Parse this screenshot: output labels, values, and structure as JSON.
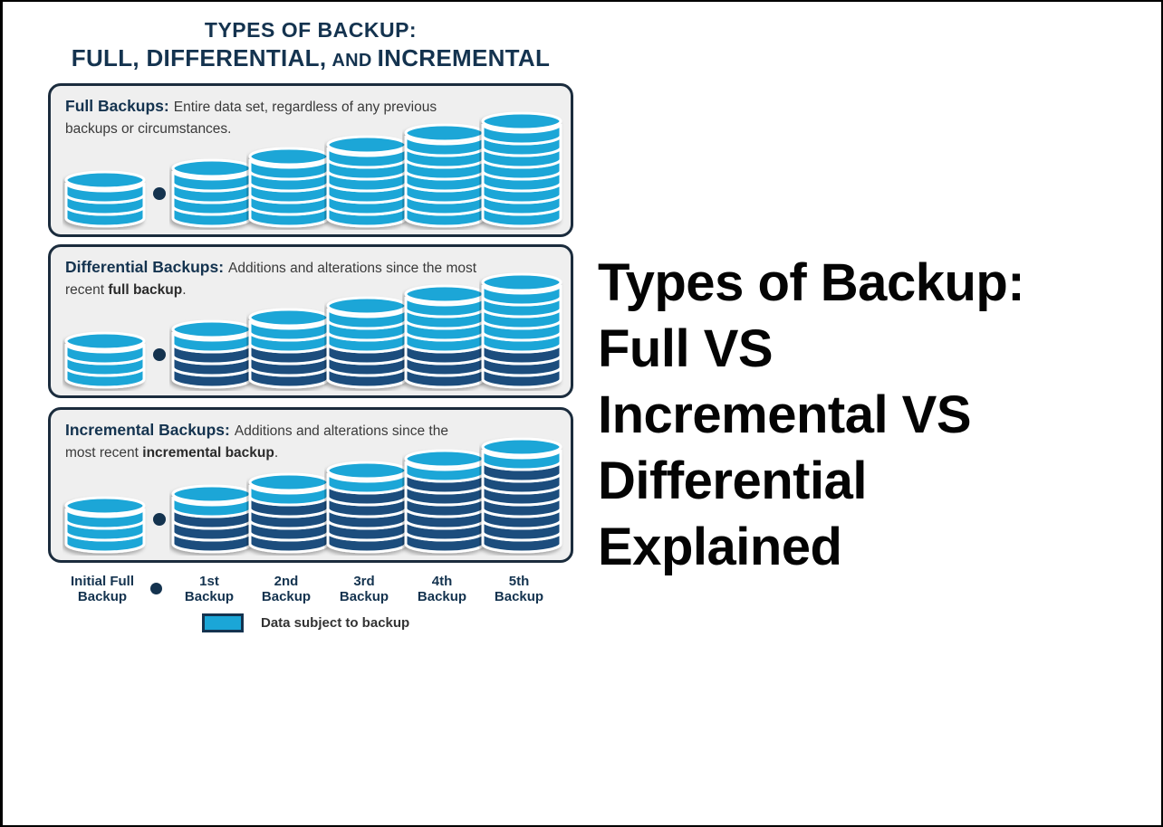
{
  "title": {
    "line1": "TYPES OF BACKUP:",
    "line2_prefix": "FULL, DIFFERENTIAL,",
    "line2_small": "AND",
    "line2_suffix": "INCREMENTAL"
  },
  "colors": {
    "light_blue": "#1ba6d7",
    "dark_blue": "#1a4e7d",
    "navy": "#14334f",
    "panel_background": "#efefef",
    "body_text": "#3a3a3a",
    "heading_text": "#040404"
  },
  "panels": [
    {
      "heading": "Full Backups:",
      "description_prefix": "Entire data set, regardless of any previous backups or circumstances.",
      "description_bold": "",
      "description_suffix": "",
      "stacks": [
        {
          "light": 3,
          "dark": 0
        },
        {
          "light": 4,
          "dark": 0
        },
        {
          "light": 5,
          "dark": 0
        },
        {
          "light": 6,
          "dark": 0
        },
        {
          "light": 7,
          "dark": 0
        },
        {
          "light": 8,
          "dark": 0
        }
      ]
    },
    {
      "heading": "Differential Backups:",
      "description_prefix": "Additions and alterations since the most recent ",
      "description_bold": "full backup",
      "description_suffix": ".",
      "stacks": [
        {
          "light": 3,
          "dark": 0
        },
        {
          "light": 1,
          "dark": 3
        },
        {
          "light": 2,
          "dark": 3
        },
        {
          "light": 3,
          "dark": 3
        },
        {
          "light": 4,
          "dark": 3
        },
        {
          "light": 5,
          "dark": 3
        }
      ]
    },
    {
      "heading": "Incremental Backups:",
      "description_prefix": "Additions and alterations since the most recent ",
      "description_bold": "incremental backup",
      "description_suffix": ".",
      "stacks": [
        {
          "light": 3,
          "dark": 0
        },
        {
          "light": 1,
          "dark": 3
        },
        {
          "light": 1,
          "dark": 4
        },
        {
          "light": 1,
          "dark": 5
        },
        {
          "light": 1,
          "dark": 6
        },
        {
          "light": 1,
          "dark": 7
        }
      ]
    }
  ],
  "axis_labels": [
    {
      "line1": "Initial Full",
      "line2": "Backup"
    },
    {
      "line1": "1st",
      "line2": "Backup"
    },
    {
      "line1": "2nd",
      "line2": "Backup"
    },
    {
      "line1": "3rd",
      "line2": "Backup"
    },
    {
      "line1": "4th",
      "line2": "Backup"
    },
    {
      "line1": "5th",
      "line2": "Backup"
    }
  ],
  "legend": {
    "label": "Data subject to backup"
  },
  "heading": {
    "lines": [
      "Types of Backup:",
      "Full VS",
      "Incremental VS",
      "Differential",
      "Explained"
    ]
  }
}
